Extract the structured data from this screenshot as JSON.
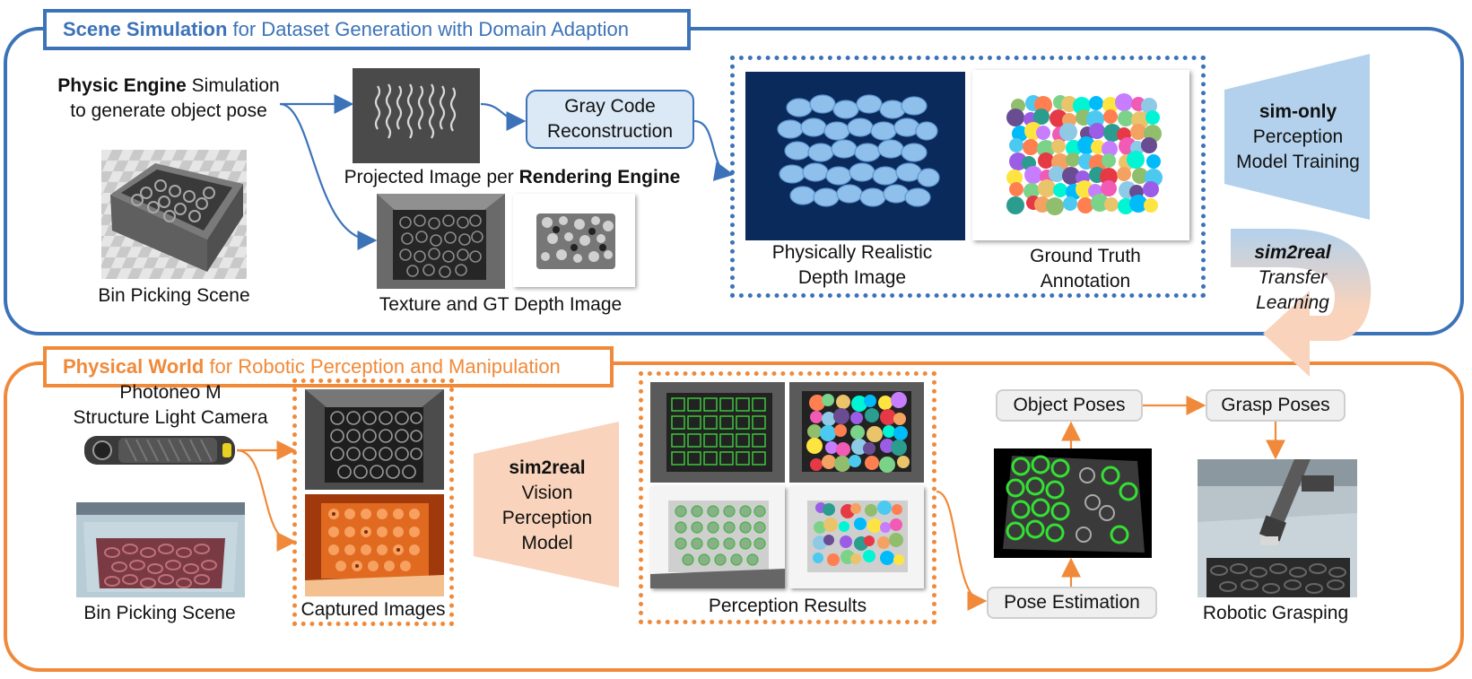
{
  "top": {
    "title_strong": "Scene Simulation",
    "title_rest": "for Dataset Generation with Domain Adaption",
    "physic_strong": "Physic Engine",
    "physic_rest": "Simulation",
    "physic_line2": "to generate object pose",
    "bin_scene": "Bin Picking Scene",
    "projected_prefix": "Projected Image per",
    "projected_strong": "Rendering Engine",
    "gray_code": [
      "Gray Code",
      "Reconstruction"
    ],
    "texture_label": "Texture and GT Depth Image",
    "depth_label": [
      "Physically Realistic",
      "Depth Image"
    ],
    "gt_label": [
      "Ground Truth",
      "Annotation"
    ],
    "sim_only": [
      "sim-only",
      "Perception",
      "Model Training"
    ]
  },
  "transfer": [
    "sim2real",
    "Transfer",
    "Learning"
  ],
  "bottom": {
    "title_strong": "Physical World",
    "title_rest": "for Robotic Perception and Manipulation",
    "camera": [
      "Photoneo M",
      "Structure Light Camera"
    ],
    "bin_scene": "Bin Picking Scene",
    "captured": "Captured Images",
    "model": [
      "sim2real",
      "Vision",
      "Perception",
      "Model"
    ],
    "perception_results": "Perception Results",
    "object_poses": "Object Poses",
    "grasp_poses": "Grasp Poses",
    "pose_estimation": "Pose Estimation",
    "robotic_grasping": "Robotic Grasping"
  },
  "colors": {
    "blue": "#3c73b8",
    "orange": "#f08a3a",
    "light_blue": "#b3d1ec",
    "light_orange": "#f9d3bb",
    "navy": "#0a2a5c"
  }
}
